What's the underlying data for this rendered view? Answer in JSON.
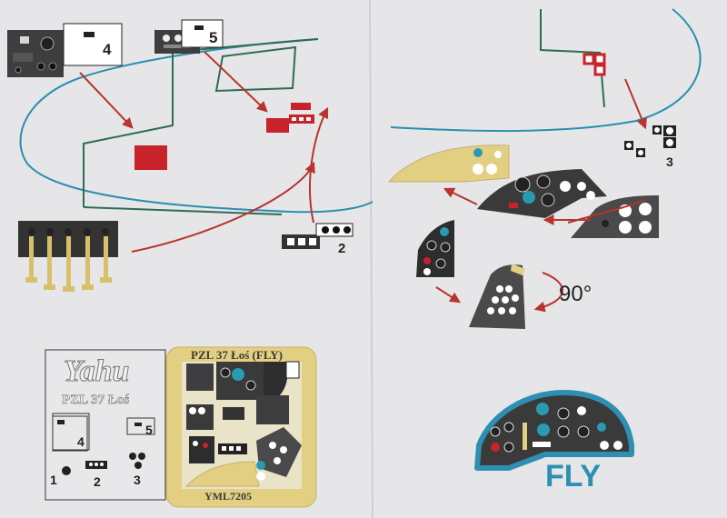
{
  "labels": {
    "part_4": "4",
    "part_5": "5",
    "part_2": "2",
    "part_3": "3",
    "rotation": "90°",
    "fly_brand": "FLY"
  },
  "legend": {
    "brand": "Yahu",
    "model": "PZL 37 Łoś",
    "num_1": "1",
    "num_2": "2",
    "num_3": "3",
    "num_4": "4",
    "num_5": "5"
  },
  "fret": {
    "title": "PZL 37 Łoś (FLY)",
    "code": "YML7205"
  },
  "colors": {
    "background": "#e6e6e8",
    "outline_green": "#2f6b55",
    "outline_blue": "#2a8fb0",
    "arrow_red": "#b8342c",
    "part_red": "#c8222a",
    "panel_dark": "#3a3a3a",
    "panel_yellow": "#e3cf82",
    "fly_blue": "#2e8fb3"
  }
}
